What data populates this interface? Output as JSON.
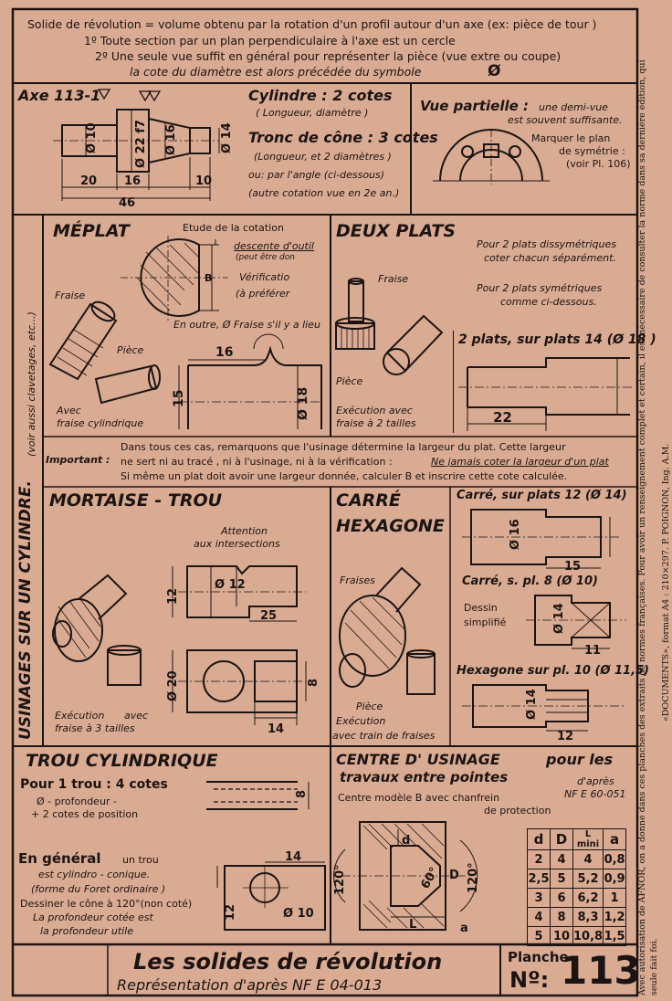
{
  "intro": {
    "line1": "Solide de révolution = volume obtenu par la rotation d'un profil autour d'un axe (ex: pièce de tour )",
    "line2": "1º Toute section par un plan perpendiculaire à l'axe est un cercle",
    "line3": "2º Une seule vue suffit en général pour représenter la pièce (vue extre ou coupe)",
    "line4": "la cote du diamètre est alors précédée du symbole",
    "symbol": "Ø"
  },
  "axe": {
    "title": "Axe 113-1",
    "cylindre_title": "Cylindre : 2 cotes",
    "cylindre_sub": "( Longueur, diamètre )",
    "tronc_title": "Tronc de cône : 3 cotes",
    "tronc_l1": "(Longueur, et 2 diamètres )",
    "tronc_l2": "ou: par l'angle (ci-dessous)",
    "tronc_l3": "(autre cotation vue en 2e an.)",
    "dims": [
      "Ø 10",
      "Ø 22 f7",
      "Ø 16",
      "Ø 14",
      "20",
      "16",
      "10",
      "46"
    ]
  },
  "vue_partielle": {
    "title": "Vue partielle :",
    "sub1": "une demi-vue",
    "sub2": "est souvent suffisante.",
    "note1": "Marquer le plan",
    "note2": "de symétrie :",
    "note3": "(voir Pl. 106)"
  },
  "vertical_title": "USINAGES SUR UN CYLINDRE.",
  "vertical_sub": "(voir aussi clavetages, etc...)",
  "meplat": {
    "title": "MÉPLAT",
    "etude": "Etude de la cotation",
    "descente": "descente d'outil",
    "peut": "(peut être don",
    "verif": "Vérificatio",
    "preferer": "(à préférer",
    "fraise": "Fraise",
    "piece": "Pièce",
    "avec": "Avec",
    "cyl": "fraise cylindrique",
    "en_outre": "En outre, Ø Fraise s'il y a lieu",
    "dims": [
      "B",
      "16",
      "15",
      "Ø 18"
    ]
  },
  "deux_plats": {
    "title": "DEUX PLATS",
    "n1": "Pour 2 plats dissymétriques",
    "n2": "coter chacun séparément.",
    "n3": "Pour 2 plats symétriques",
    "n4": "comme ci-dessous.",
    "fraise": "Fraise",
    "piece": "Pièce",
    "exec1": "Exécution avec",
    "exec2": "fraise à 2 tailles",
    "box_title": "2 plats, sur plats 14 (Ø 18 )",
    "dim": "22"
  },
  "important": {
    "label": "Important :",
    "l1": "Dans tous ces cas, remarquons que l'usinage détermine la largeur du plat. Cette largeur",
    "l2a": "ne sert ni au tracé , ni à l'usinage, ni à la vérification :",
    "l2b": "Ne jamais coter la largeur d'un plat",
    "l3": "Si même un plat doit avoir une largeur donnée, calculer B et inscrire cette cote calculée."
  },
  "mortaise": {
    "title": "MORTAISE - TROU",
    "attention1": "Attention",
    "attention2": "aux intersections",
    "exec1": "Exécution",
    "exec_avec": "avec",
    "exec2": "fraise à 3 tailles",
    "dims": [
      "12",
      "Ø 12",
      "25",
      "Ø 20",
      "8",
      "14"
    ]
  },
  "carre": {
    "title1": "CARRÉ",
    "title2": "HEXAGONE",
    "fraises": "Fraises",
    "piece": "Pièce",
    "exec1": "Exécution",
    "exec2": "avec train de fraises",
    "box1_title": "Carré, sur plats 12 (Ø 14)",
    "box1_dims": [
      "Ø 16",
      "15"
    ],
    "box2_title": "Carré, s. pl. 8 (Ø 10)",
    "box2_note1": "Dessin",
    "box2_note2": "simplifié",
    "box2_dims": [
      "Ø 14",
      "11"
    ],
    "box3_title": "Hexagone sur pl. 10 (Ø 11,5)",
    "box3_dims": [
      "Ø 14",
      "12"
    ]
  },
  "trou": {
    "title": "TROU CYLINDRIQUE",
    "sub": "Pour 1 trou : 4 cotes",
    "b1": "Ø - profondeur -",
    "b2": "+ 2 cotes de position",
    "gen1": "En général",
    "gen1b": "un trou",
    "gen2": "est cylindro - conique.",
    "gen3": "(forme du Foret ordinaire )",
    "gen4": "Dessiner le cône à 120°(non coté)",
    "gen5": "La profondeur cotée est",
    "gen6": "la profondeur utile",
    "dims": [
      "8",
      "14",
      "12",
      "Ø 10"
    ]
  },
  "centre": {
    "title1": "CENTRE D' USINAGE",
    "title1b": "pour les",
    "title2": "travaux entre pointes",
    "apres1": "d'après",
    "apres2": "NF E 60-051",
    "modele": "Centre modèle B avec chanfrein",
    "protection": "de protection",
    "dims": [
      "d",
      "D",
      "120°",
      "120°",
      "60°",
      "L",
      "a"
    ],
    "table": {
      "headers": [
        "d",
        "D",
        "L mini",
        "a"
      ],
      "rows": [
        [
          "2",
          "4",
          "4",
          "0,8"
        ],
        [
          "2,5",
          "5",
          "5,2",
          "0,9"
        ],
        [
          "3",
          "6",
          "6,2",
          "1"
        ],
        [
          "4",
          "8",
          "8,3",
          "1,2"
        ],
        [
          "5",
          "10",
          "10,8",
          "1,5"
        ]
      ]
    }
  },
  "footer": {
    "title": "Les solides de révolution",
    "subtitle": "Représentation d'après NF E 04-013",
    "planche_label": "Planche",
    "no_label": "Nº:",
    "number": "113"
  },
  "side_note": {
    "l1": "Avec autorisation de AFNOR, on a donné dans ces planches des extraits de normes françaises. Pour avoir un renseignement complet et certain, il est nécessaire de consulter la norme dans sa dernière édition, qui seule fait foi.",
    "l2": "«DOCUMENTS», format A4 : 210×297. P. POIGNON, Ing. A.M."
  }
}
